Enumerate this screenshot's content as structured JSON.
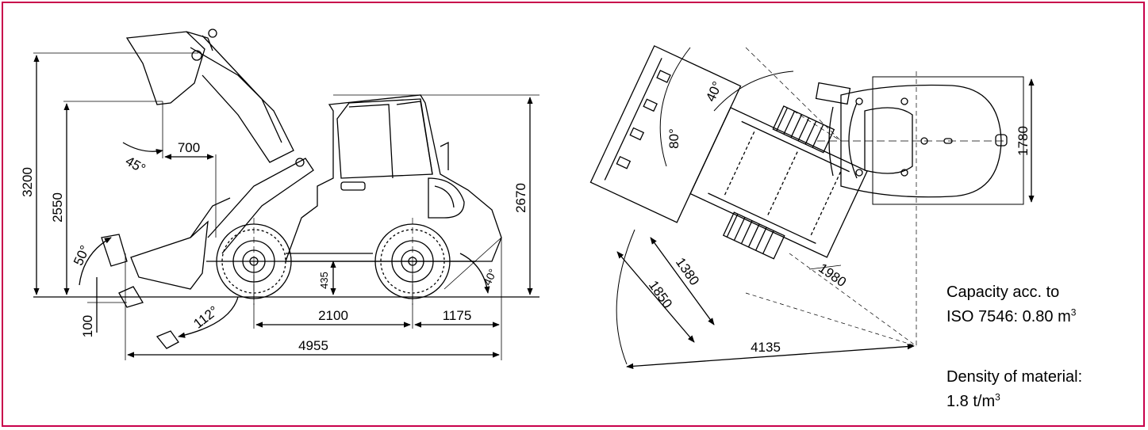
{
  "colors": {
    "frame": "#c8004b",
    "line": "#000000"
  },
  "side_view": {
    "dims": {
      "h_3200": "3200",
      "h_2550": "2550",
      "h_2670": "2670",
      "reach_700": "700",
      "ground_435": "435",
      "dig_100": "100",
      "wheelbase_2100": "2100",
      "rear_1175": "1175",
      "length_4955": "4955"
    },
    "angles": {
      "dump_45": "45°",
      "rollback_50": "50°",
      "rear_40": "40°",
      "tilt_112": "112°"
    }
  },
  "top_view": {
    "dims": {
      "width_1780": "1780",
      "d_1380": "1380",
      "d_1850": "1850",
      "d_1980": "1980",
      "radius_4135": "4135"
    },
    "angles": {
      "steer_40": "40°",
      "articulation_80": "80°"
    }
  },
  "specs": {
    "capacity_line1": "Capacity acc. to",
    "capacity_line2": "ISO 7546: 0.80 m",
    "capacity_exp": "3",
    "density_line1": "Density of material:",
    "density_line2": "1.8 t/m",
    "density_exp": "3"
  }
}
